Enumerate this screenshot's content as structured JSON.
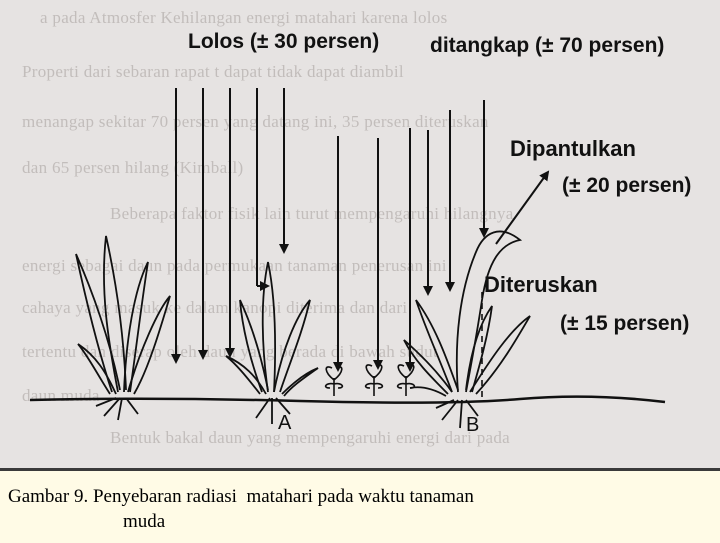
{
  "labels": {
    "lolos": "Lolos (± 30 persen)",
    "ditangkap": "ditangkap (± 70 persen)",
    "dipantulkan": "Dipantulkan",
    "dipantulkan_pct": "(± 20 persen)",
    "diteruskan": "Diteruskan",
    "diteruskan_pct": "(± 15 persen)",
    "plant_a": "A",
    "plant_b": "B"
  },
  "background_text": [
    "a        pada    Atmosfer  Kehilangan energi matahari karena lolos",
    "Properti   dari  sebaran   rapat   t   dapat  tidak  dapat  diambil",
    "menangap sekitar 70 persen yang  datang   ini,  35 persen  diteruskan",
    "dan 65 persen  hilang (Kimball)",
    "Beberapa    faktor  fisik  lain      turut mempengaruhi  hilangnya",
    "energi  sebagai  daun  pada  permukaan  tanaman  penerusan  ini",
    "cahaya  yang  masuk  ke  dalam  kanopi     diterima  dan  dari",
    "tertentu  dan  diserap  oleh  daun  yang  berada  di  bawah  sudut",
    "daun                       muda",
    "Bentuk   bakal   daun    yang   mempengaruhi  energi  dari  pada"
  ],
  "caption": {
    "line1": "Gambar 9. Penyebaran radiasi  matahari pada waktu tanaman",
    "line2": "muda"
  },
  "colors": {
    "scan_background": "#e6e3e2",
    "caption_background": "#fffbe6",
    "ink": "#111111"
  }
}
